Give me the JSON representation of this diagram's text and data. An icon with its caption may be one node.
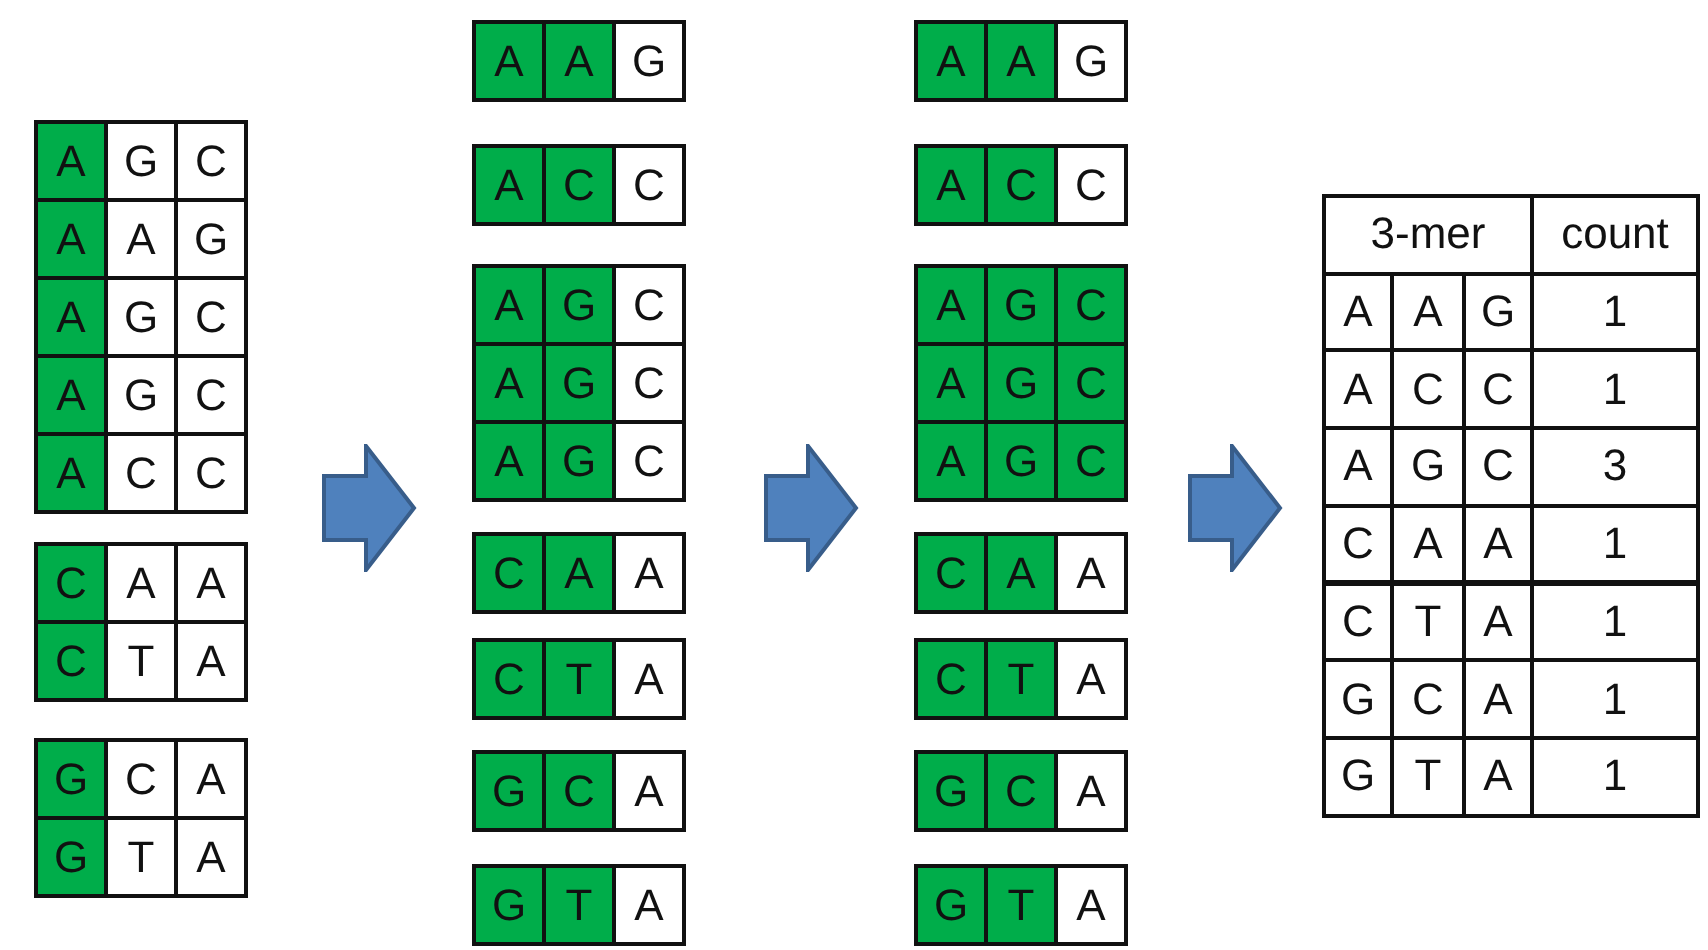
{
  "diagram": {
    "labels": [
      "A",
      "G",
      "C",
      "A",
      "A",
      "G",
      "A",
      "G",
      "C",
      "A",
      "G",
      "C",
      "A",
      "C",
      "C",
      "C",
      "A",
      "A",
      "C",
      "T",
      "A",
      "G",
      "C",
      "A",
      "G",
      "T",
      "A",
      "A",
      "A",
      "G",
      "A",
      "C",
      "C",
      "A",
      "G",
      "C",
      "A",
      "G",
      "C",
      "A",
      "G",
      "C",
      "C",
      "A",
      "A",
      "C",
      "T",
      "A",
      "G",
      "C",
      "A",
      "G",
      "T",
      "A",
      "A",
      "A",
      "G",
      "A",
      "C",
      "C",
      "A",
      "G",
      "C",
      "A",
      "G",
      "C",
      "A",
      "G",
      "C",
      "C",
      "A",
      "A",
      "C",
      "T",
      "A",
      "G",
      "C",
      "A",
      "G",
      "T",
      "A",
      "3-mer",
      "count",
      "A",
      "A",
      "G",
      "1",
      "A",
      "C",
      "C",
      "1",
      "A",
      "G",
      "C",
      "3",
      "C",
      "A",
      "A",
      "1",
      "C",
      "T",
      "A",
      "1",
      "G",
      "C",
      "A",
      "1",
      "G",
      "T",
      "A",
      "1"
    ]
  }
}
